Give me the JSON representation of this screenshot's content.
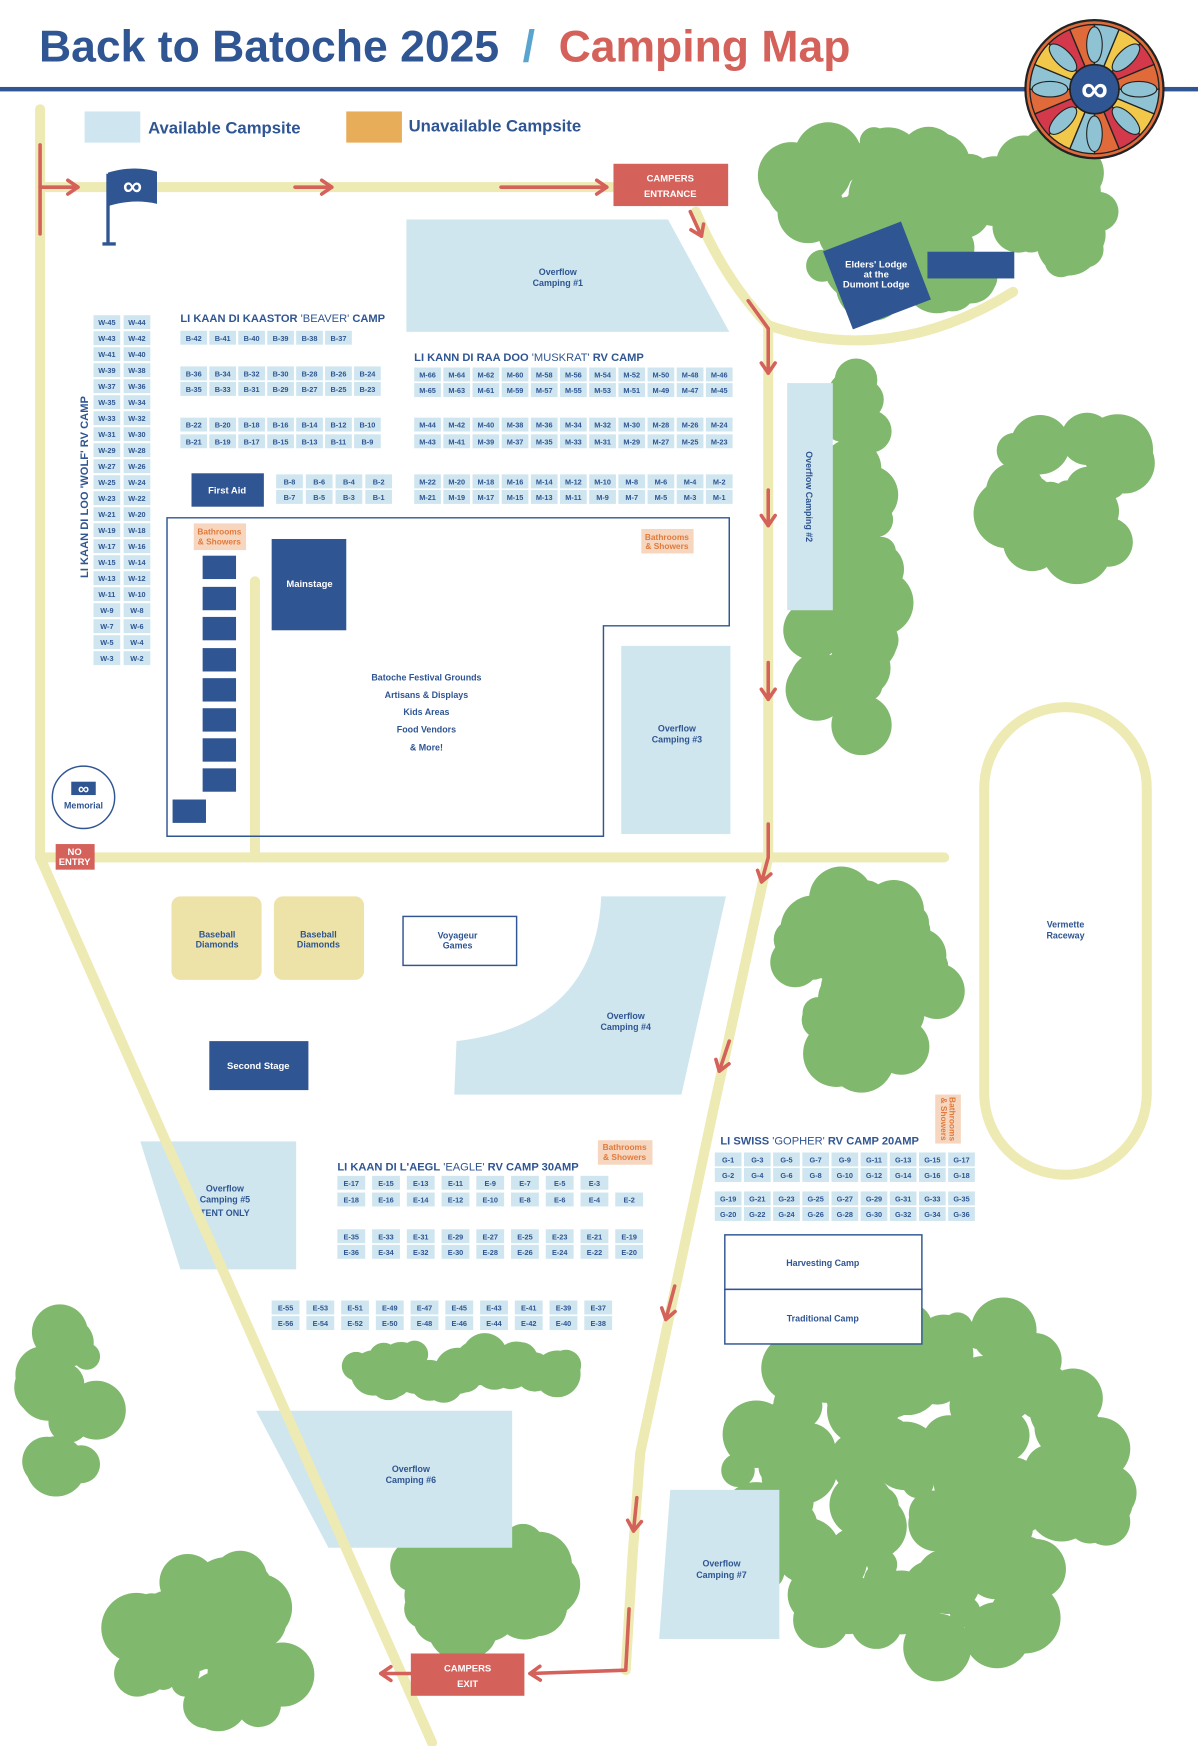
{
  "title": {
    "part1": "Back to Batoche 2025",
    "separator": "/",
    "part2": "Camping Map"
  },
  "legend": {
    "available": "Available Campsite",
    "unavailable": "Unavailable Campsite",
    "available_color": "#cfe6f0",
    "unavailable_color": "#e8ad58"
  },
  "colors": {
    "brand_blue": "#2f5592",
    "accent_red": "#d4615a",
    "road": "#eeeab3",
    "trees": "#80b86e"
  },
  "landmarks": {
    "campers_entrance": [
      "CAMPERS",
      "ENTRANCE"
    ],
    "campers_exit": [
      "CAMPERS",
      "EXIT"
    ],
    "elders_lodge": [
      "Elders' Lodge",
      "at the",
      "Dumont Lodge"
    ],
    "overflow_1": [
      "Overflow",
      "Camping #1"
    ],
    "overflow_2": "Overflow Camping #2",
    "overflow_3": [
      "Overflow",
      "Camping #3"
    ],
    "overflow_4": [
      "Overflow",
      "Camping #4"
    ],
    "overflow_5": [
      "Overflow",
      "Camping #5",
      "TENT ONLY"
    ],
    "overflow_6": [
      "Overflow",
      "Camping #6"
    ],
    "overflow_7": [
      "Overflow",
      "Camping #7"
    ],
    "first_aid": "First Aid",
    "mainstage": "Mainstage",
    "bathrooms": [
      "Bathrooms",
      "& Showers"
    ],
    "festival": [
      "Batoche Festival Grounds",
      "Artisans & Displays",
      "Kids Areas",
      "Food Vendors",
      "& More!"
    ],
    "memorial": "Memorial",
    "no_entry": [
      "NO",
      "ENTRY"
    ],
    "baseball_1": [
      "Baseball",
      "Diamonds"
    ],
    "baseball_2": [
      "Baseball",
      "Diamonds"
    ],
    "voyageur_games": [
      "Voyageur",
      "Games"
    ],
    "second_stage": "Second Stage",
    "harvesting_camp": "Harvesting Camp",
    "traditional_camp": "Traditional Camp",
    "vermette_raceway": [
      "Vermette",
      "Raceway"
    ]
  },
  "camps": {
    "wolf": {
      "title": "LI KAAN DI LOO 'WOLF' RV CAMP",
      "rows": [
        [
          "W-45",
          "W-44"
        ],
        [
          "W-43",
          "W-42"
        ],
        [
          "W-41",
          "W-40"
        ],
        [
          "W-39",
          "W-38"
        ],
        [
          "W-37",
          "W-36"
        ],
        [
          "W-35",
          "W-34"
        ],
        [
          "W-33",
          "W-32"
        ],
        [
          "W-31",
          "W-30"
        ],
        [
          "W-29",
          "W-28"
        ],
        [
          "W-27",
          "W-26"
        ],
        [
          "W-25",
          "W-24"
        ],
        [
          "W-23",
          "W-22"
        ],
        [
          "W-21",
          "W-20"
        ],
        [
          "W-19",
          "W-18"
        ],
        [
          "W-17",
          "W-16"
        ],
        [
          "W-15",
          "W-14"
        ],
        [
          "W-13",
          "W-12"
        ],
        [
          "W-11",
          "W-10"
        ],
        [
          "W-9",
          "W-8"
        ],
        [
          "W-7",
          "W-6"
        ],
        [
          "W-5",
          "W-4"
        ],
        [
          "W-3",
          "W-2"
        ]
      ]
    },
    "beaver": {
      "title_bold": "LI KAAN DI KAASTOR",
      "title_regular": " 'BEAVER' ",
      "title_end": "CAMP",
      "rows": [
        [
          "B-42",
          "B-41",
          "B-40",
          "B-39",
          "B-38",
          "B-37"
        ],
        [
          "B-36",
          "B-34",
          "B-32",
          "B-30",
          "B-28",
          "B-26",
          "B-24"
        ],
        [
          "B-35",
          "B-33",
          "B-31",
          "B-29",
          "B-27",
          "B-25",
          "B-23"
        ],
        [
          "B-22",
          "B-20",
          "B-18",
          "B-16",
          "B-14",
          "B-12",
          "B-10"
        ],
        [
          "B-21",
          "B-19",
          "B-17",
          "B-15",
          "B-13",
          "B-11",
          "B-9"
        ],
        [
          "B-8",
          "B-6",
          "B-4",
          "B-2"
        ],
        [
          "B-7",
          "B-5",
          "B-3",
          "B-1"
        ]
      ]
    },
    "muskrat": {
      "title_bold": "LI KANN DI RAA DOO",
      "title_regular": " 'MUSKRAT' ",
      "title_end": "RV CAMP",
      "rows": [
        [
          "M-66",
          "M-64",
          "M-62",
          "M-60",
          "M-58",
          "M-56",
          "M-54",
          "M-52",
          "M-50",
          "M-48",
          "M-46"
        ],
        [
          "M-65",
          "M-63",
          "M-61",
          "M-59",
          "M-57",
          "M-55",
          "M-53",
          "M-51",
          "M-49",
          "M-47",
          "M-45"
        ],
        [
          "M-44",
          "M-42",
          "M-40",
          "M-38",
          "M-36",
          "M-34",
          "M-32",
          "M-30",
          "M-28",
          "M-26",
          "M-24"
        ],
        [
          "M-43",
          "M-41",
          "M-39",
          "M-37",
          "M-35",
          "M-33",
          "M-31",
          "M-29",
          "M-27",
          "M-25",
          "M-23"
        ],
        [
          "M-22",
          "M-20",
          "M-18",
          "M-16",
          "M-14",
          "M-12",
          "M-10",
          "M-8",
          "M-6",
          "M-4",
          "M-2"
        ],
        [
          "M-21",
          "M-19",
          "M-17",
          "M-15",
          "M-13",
          "M-11",
          "M-9",
          "M-7",
          "M-5",
          "M-3",
          "M-1"
        ]
      ]
    },
    "eagle": {
      "title_bold": "LI KAAN DI L'AEGL",
      "title_regular": " 'EAGLE' ",
      "title_end": "RV CAMP 30AMP",
      "rows": [
        [
          "E-17",
          "E-15",
          "E-13",
          "E-11",
          "E-9",
          "E-7",
          "E-5",
          "E-3"
        ],
        [
          "E-18",
          "E-16",
          "E-14",
          "E-12",
          "E-10",
          "E-8",
          "E-6",
          "E-4",
          "E-2"
        ],
        [
          "E-35",
          "E-33",
          "E-31",
          "E-29",
          "E-27",
          "E-25",
          "E-23",
          "E-21",
          "E-19"
        ],
        [
          "E-36",
          "E-34",
          "E-32",
          "E-30",
          "E-28",
          "E-26",
          "E-24",
          "E-22",
          "E-20"
        ],
        [
          "E-55",
          "E-53",
          "E-51",
          "E-49",
          "E-47",
          "E-45",
          "E-43",
          "E-41",
          "E-39",
          "E-37"
        ],
        [
          "E-56",
          "E-54",
          "E-52",
          "E-50",
          "E-48",
          "E-46",
          "E-44",
          "E-42",
          "E-40",
          "E-38"
        ]
      ]
    },
    "gopher": {
      "title_bold": "LI SWISS",
      "title_regular": " 'GOPHER' ",
      "title_end": "RV CAMP 20AMP",
      "rows": [
        [
          "G-1",
          "G-3",
          "G-5",
          "G-7",
          "G-9",
          "G-11",
          "G-13",
          "G-15",
          "G-17"
        ],
        [
          "G-2",
          "G-4",
          "G-6",
          "G-8",
          "G-10",
          "G-12",
          "G-14",
          "G-16",
          "G-18"
        ],
        [
          "G-19",
          "G-21",
          "G-23",
          "G-25",
          "G-27",
          "G-29",
          "G-31",
          "G-33",
          "G-35"
        ],
        [
          "G-20",
          "G-22",
          "G-24",
          "G-26",
          "G-28",
          "G-30",
          "G-32",
          "G-34",
          "G-36"
        ]
      ]
    }
  }
}
